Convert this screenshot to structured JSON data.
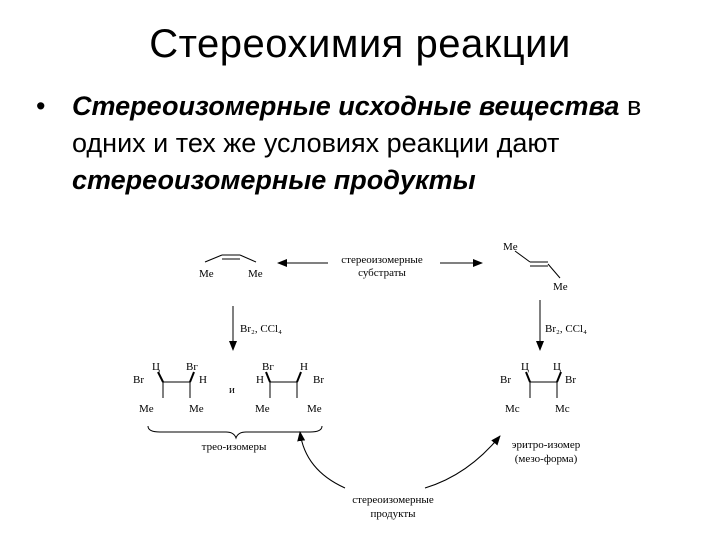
{
  "slide": {
    "title": "Стереохимия реакции",
    "bullet": {
      "marker": "•",
      "em1": "Стереоизомерные исходные",
      "em2": "вещества",
      "plain1": " в одних и тех же условиях реакции дают ",
      "em3": "стереоизомерные продукты"
    }
  },
  "diagram": {
    "substrates_label_line1": "стереоизомерные",
    "substrates_label_line2": "субстраты",
    "reagent_left": "Br₂, CCl₄",
    "reagent_right": "Br₂, CCl₄",
    "threo_label": "трео-изомеры",
    "conjunction": "и",
    "erythro_label_line1": "эритро-изомер",
    "erythro_label_line2": "(мезо-форма)",
    "products_label_line1": "стереоизомерные",
    "products_label_line2": "продукты",
    "atoms": {
      "me": "Me",
      "mc": "Mc",
      "br": "Br",
      "br_alt": "Bг",
      "h": "H",
      "h_alt": "Ц"
    }
  }
}
